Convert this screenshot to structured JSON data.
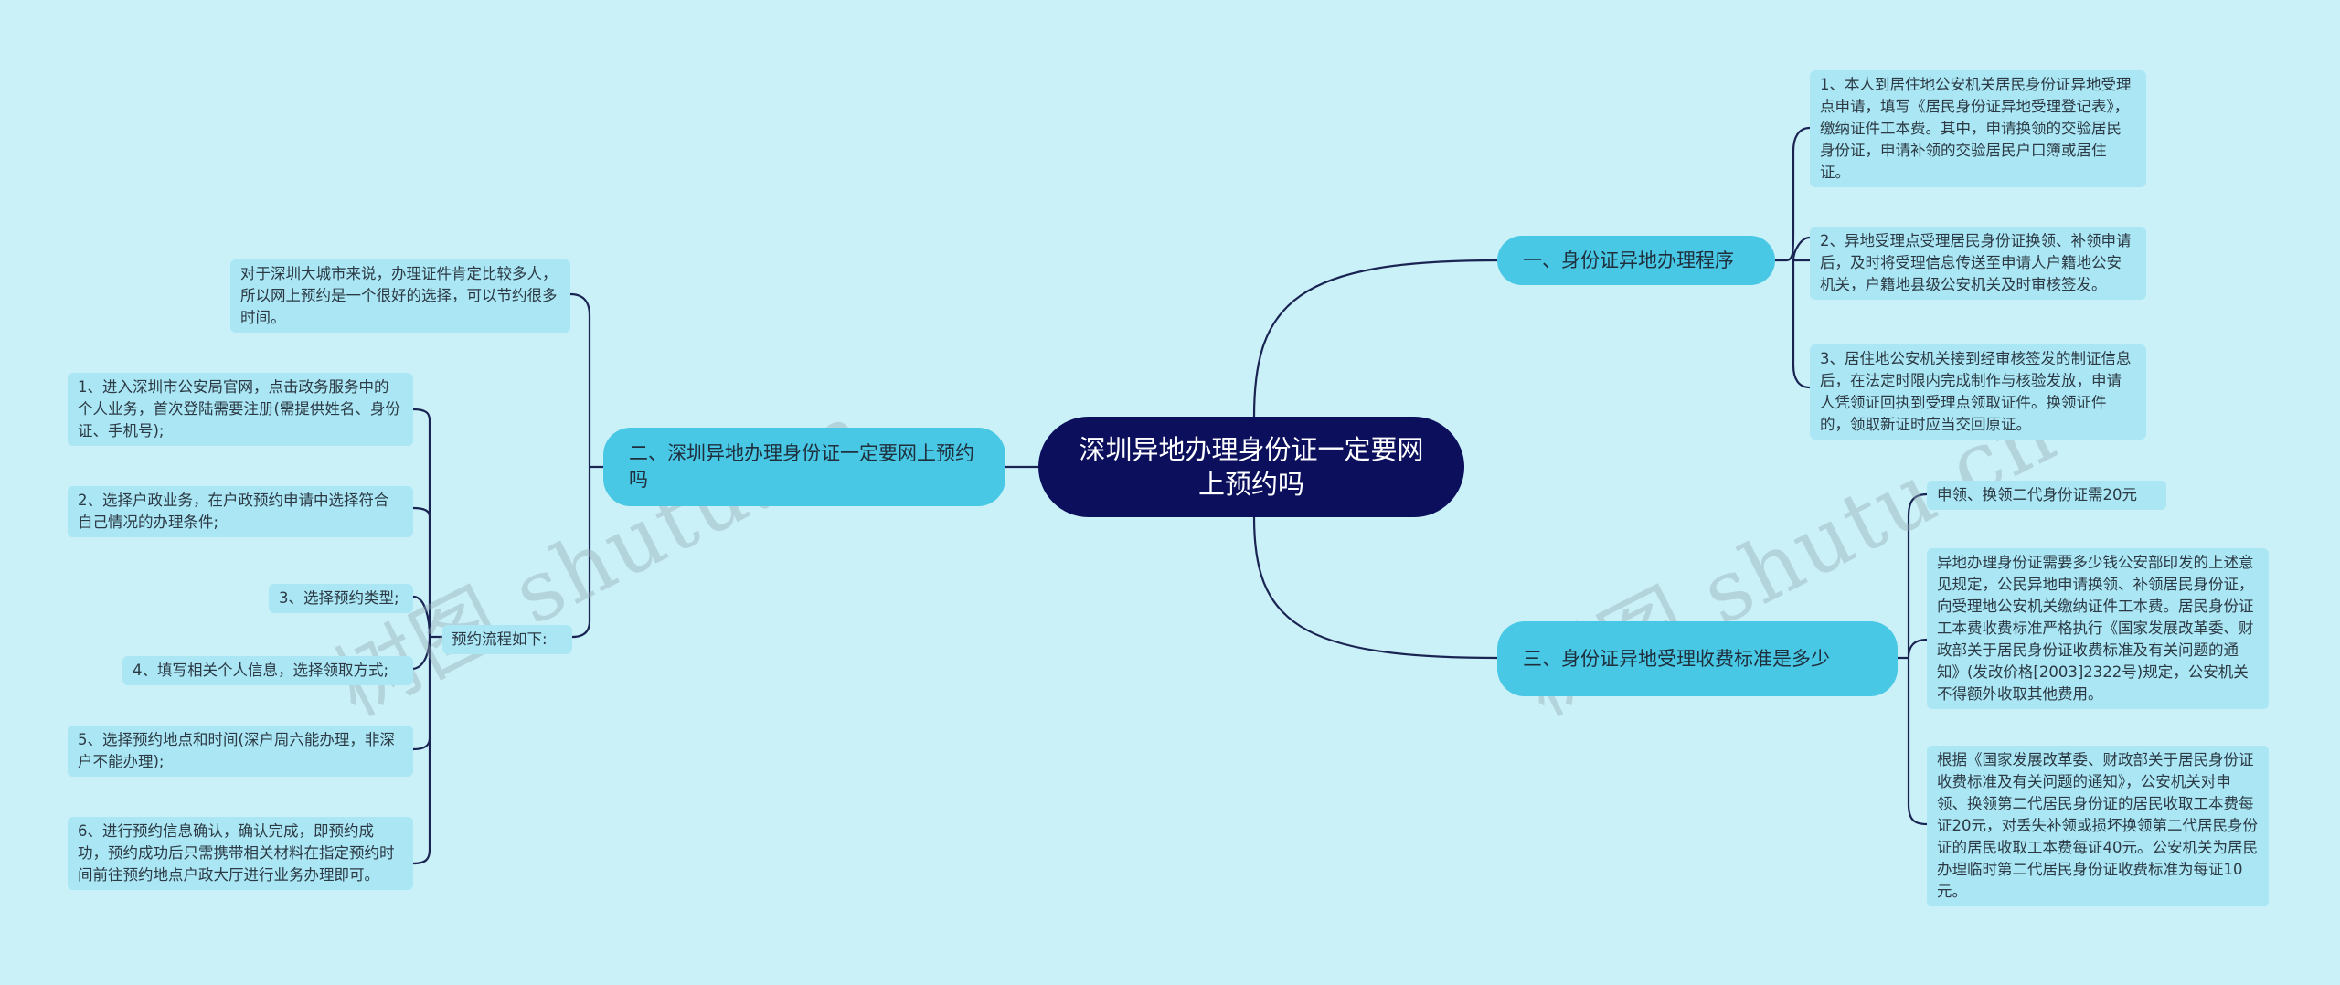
{
  "root": {
    "text": "深圳异地办理身份证一定要网上预约吗"
  },
  "branches": {
    "b1": {
      "label": "一、身份证异地办理程序",
      "items": [
        "1、本人到居住地公安机关居民身份证异地受理点申请，填写《居民身份证异地受理登记表》，缴纳证件工本费。其中，申请换领的交验居民身份证，申请补领的交验居民户口簿或居住证。",
        "2、异地受理点受理居民身份证换领、补领申请后，及时将受理信息传送至申请人户籍地公安机关，户籍地县级公安机关及时审核签发。",
        "3、居住地公安机关接到经审核签发的制证信息后，在法定时限内完成制作与核验发放，申请人凭领证回执到受理点领取证件。换领证件的，领取新证时应当交回原证。"
      ]
    },
    "b2": {
      "label": "二、深圳异地办理身份证一定要网上预约吗",
      "intro": "对于深圳大城市来说，办理证件肯定比较多人，所以网上预约是一个很好的选择，可以节约很多时间。",
      "sub_label": "预约流程如下:",
      "steps": [
        "1、进入深圳市公安局官网，点击政务服务中的个人业务，首次登陆需要注册(需提供姓名、身份证、手机号);",
        "2、选择户政业务，在户政预约申请中选择符合自己情况的办理条件;",
        "3、选择预约类型;",
        "4、填写相关个人信息，选择领取方式;",
        "5、选择预约地点和时间(深户周六能办理，非深户不能办理);",
        "6、进行预约信息确认，确认完成，即预约成功，预约成功后只需携带相关材料在指定预约时间前往预约地点户政大厅进行业务办理即可。"
      ]
    },
    "b3": {
      "label": "三、身份证异地受理收费标准是多少",
      "items": [
        "申领、换领二代身份证需20元",
        "异地办理身份证需要多少钱公安部印发的上述意见规定，公民异地申请换领、补领居民身份证，向受理地公安机关缴纳证件工本费。居民身份证工本费收费标准严格执行《国家发展改革委、财政部关于居民身份证收费标准及有关问题的通知》(发改价格[2003]2322号)规定，公安机关不得额外收取其他费用。",
        "根据《国家发展改革委、财政部关于居民身份证收费标准及有关问题的通知》，公安机关对申领、换领第二代居民身份证的居民收取工本费每证20元，对丢失补领或损坏换领第二代居民身份证的居民收取工本费每证40元。公安机关为居民办理临时第二代居民身份证收费标准为每证10元。"
      ]
    }
  },
  "watermark": {
    "text": "树图 shutu.cn"
  },
  "colors": {
    "background": "#caf0f8",
    "root": "#0b0f5c",
    "branch": "#48c8e4",
    "leaf": "#abe6f4",
    "line": "#1a2452"
  }
}
